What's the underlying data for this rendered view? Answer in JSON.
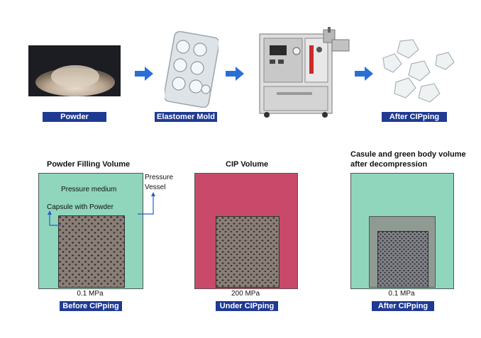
{
  "top_row": {
    "steps": [
      {
        "label": "Powder"
      },
      {
        "label": "Elastomer Mold"
      },
      {
        "label": ""
      },
      {
        "label": "After CIPping"
      }
    ]
  },
  "diagrams": [
    {
      "title": "Powder Filling Volume",
      "pressure_medium": "Pressure medium",
      "capsule_label": "Capsule  with Powder",
      "vessel_label_1": "Pressure",
      "vessel_label_2": "Vessel",
      "pressure": "0.1 MPa",
      "stage": "Before CIPping"
    },
    {
      "title": "CIP Volume",
      "pressure": "200 MPa",
      "stage": "Under CIPping"
    },
    {
      "title_line1": "Casule and green body volume",
      "title_line2": "after decompression",
      "pressure": "0.1 MPa",
      "stage": "After CIPping"
    }
  ],
  "colors": {
    "label_bg": "#1f3a93",
    "arrow": "#2a6fd6",
    "medium_green": "#8fd6bd",
    "cip_red": "#c9496a",
    "powder_fill": "#8a7f78",
    "dots": "#3b2e2a"
  }
}
